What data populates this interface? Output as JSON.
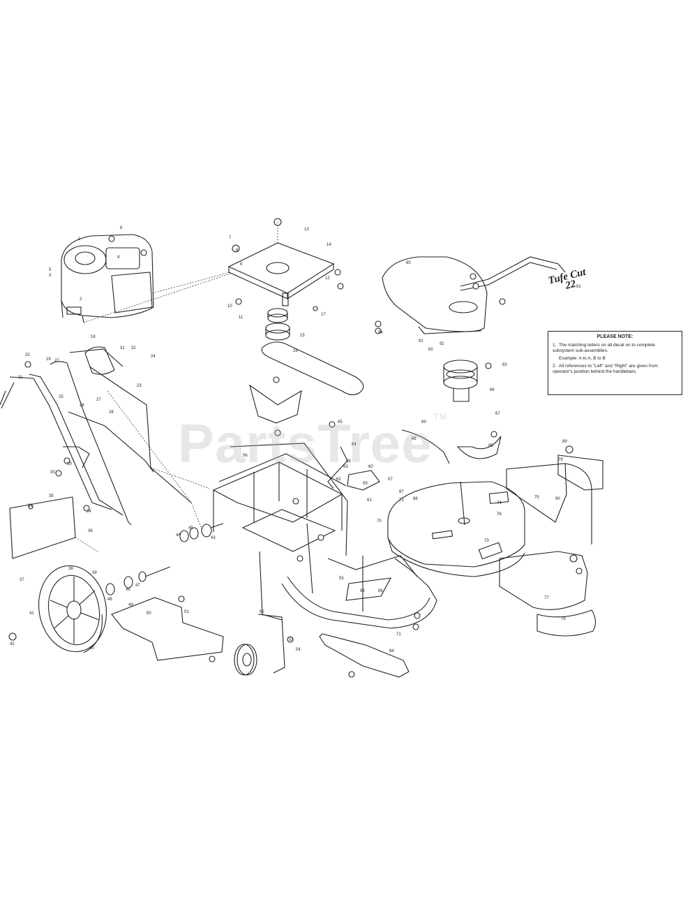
{
  "diagram": {
    "logo": {
      "line1": "Tufe Cut",
      "line2": "22"
    },
    "watermark": {
      "text": "PartsTree",
      "tm": "TM"
    },
    "note": {
      "title": "PLEASE NOTE:",
      "items": [
        {
          "num": "1.",
          "text": "The matching letters on all decal on to complete subsystem sub-assemblies."
        },
        {
          "num": "",
          "text": "Example: A to A, B to B"
        },
        {
          "num": "2.",
          "text": "All references to \"Left\" and \"Right\" are given from operator's position behind the handlebars."
        }
      ]
    },
    "part_labels": [
      "1",
      "2",
      "3",
      "4",
      "5",
      "6",
      "7",
      "8",
      "9",
      "10",
      "11",
      "12",
      "13",
      "14",
      "15",
      "16",
      "17",
      "18",
      "19",
      "20",
      "21",
      "22",
      "23",
      "24",
      "25",
      "26",
      "27",
      "28",
      "29",
      "30",
      "31",
      "32",
      "33",
      "34",
      "35",
      "36",
      "37",
      "38",
      "39",
      "40",
      "41",
      "42",
      "43",
      "44",
      "45",
      "46",
      "47",
      "48",
      "49",
      "50",
      "51",
      "52",
      "53",
      "54",
      "55",
      "56",
      "57",
      "58",
      "59",
      "60",
      "61",
      "62",
      "63",
      "64",
      "65",
      "66",
      "67",
      "68",
      "69",
      "70",
      "71",
      "72",
      "73",
      "74",
      "75",
      "76",
      "77",
      "78",
      "79",
      "80",
      "81",
      "82",
      "83",
      "84",
      "85",
      "86",
      "87",
      "88",
      "89",
      "90",
      "91",
      "92",
      "93",
      "94"
    ]
  }
}
